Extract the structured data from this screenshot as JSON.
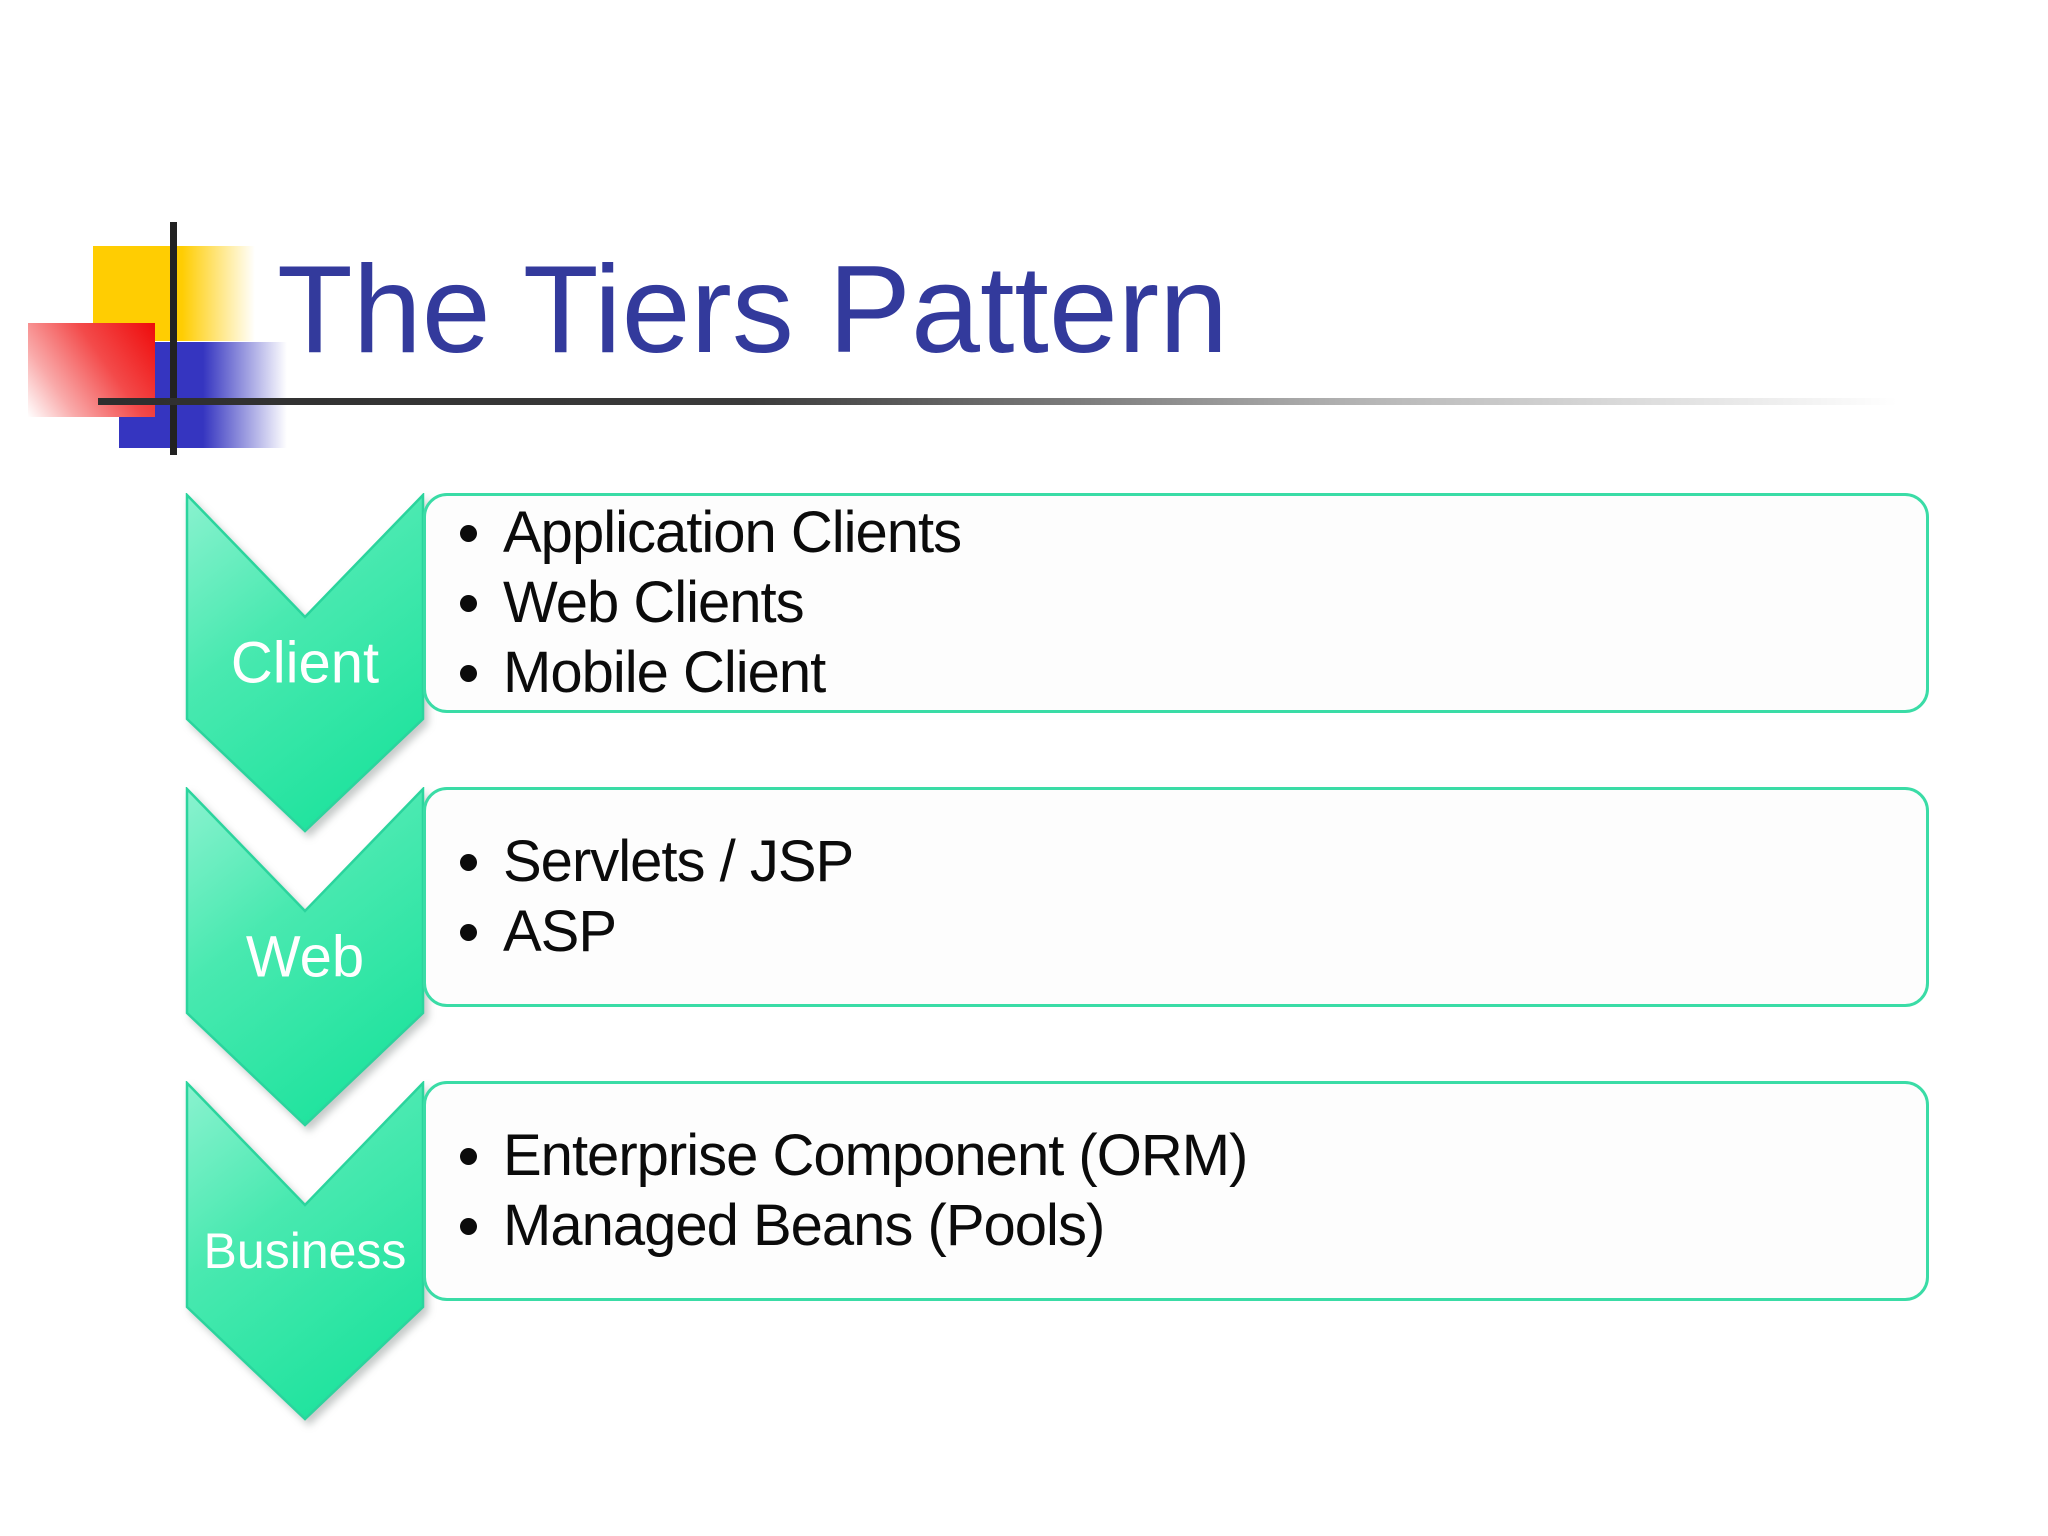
{
  "slide": {
    "title": "The Tiers Pattern"
  },
  "tiers": [
    {
      "label": "Client",
      "bullets": [
        "Application Clients",
        "Web Clients",
        "Mobile Client"
      ]
    },
    {
      "label": "Web",
      "bullets": [
        "Servlets / JSP",
        "ASP"
      ]
    },
    {
      "label": "Business",
      "bullets": [
        "Enterprise Component (ORM)",
        "Managed Beans (Pools)"
      ]
    }
  ],
  "colors": {
    "title_blue": "#333a9c",
    "chevron_green_light": "#86f1cd",
    "chevron_green_dark": "#20e39e",
    "box_border_green": "#3adca6",
    "decor_yellow": "#ffcd02",
    "decor_red": "#ee0b0b",
    "decor_blue": "#3535c0",
    "rule_gray": "#3b3b3b",
    "text_black": "#0b0b0b"
  }
}
